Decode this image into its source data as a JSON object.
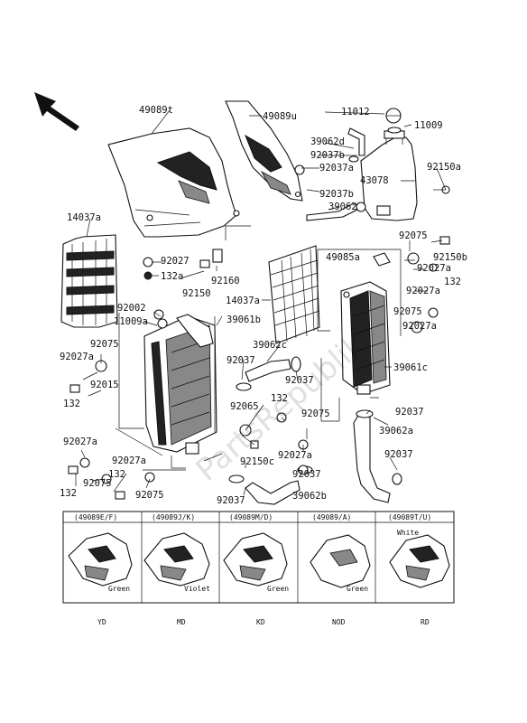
{
  "labels": {
    "l49089t": "49089t",
    "l49089u": "49089u",
    "l11012": "11012",
    "l11009": "11009",
    "l39062d": "39062d",
    "l92037b_1": "92037b",
    "l92037a_1": "92037a",
    "l43078": "43078",
    "l92150a": "92150a",
    "l92037b_2": "92037b",
    "l39062": "39062",
    "l14037a_1": "14037a",
    "l92027_1": "92027",
    "l132a": "132a",
    "l92160": "92160",
    "l92150": "92150",
    "l92075_1": "92075",
    "l49085a": "49085a",
    "l92150b": "92150b",
    "l92027a_1": "92027a",
    "l132_1": "132",
    "l92027a_2": "92027a",
    "l14037a_2": "14037a",
    "l92002": "92002",
    "l39061b": "39061b",
    "l11009a": "11009a",
    "l92075_2": "92075",
    "l92075_3": "92075",
    "l92027a_3": "92027a",
    "l39062c": "39062c",
    "l92037_1": "92037",
    "l92037_2": "92037",
    "l39061c": "39061c",
    "l132_2": "132",
    "l92015": "92015",
    "l92065": "92065",
    "l132_3": "132",
    "l92075_4": "92075",
    "l92037_3": "92037",
    "l39062a": "39062a",
    "l92027a_4": "92027a",
    "l92150c": "92150c",
    "l92027a_5": "92027a",
    "l92027a_6": "92027a",
    "l92037_4": "92037",
    "l92037_5": "92037",
    "l132_4": "132",
    "l132_5": "132",
    "l92075_5": "92075",
    "l92075_6": "92075",
    "l92037_6": "92037",
    "l39062b": "39062b"
  },
  "watermark": "PartsRepublik",
  "variants": [
    {
      "header": "(49089E/F)",
      "color": "Green",
      "code": "YD"
    },
    {
      "header": "(49089J/K)",
      "color": "Violet",
      "code": "MD"
    },
    {
      "header": "(49089M/D)",
      "color": "Green",
      "code": "KD"
    },
    {
      "header": "(49089/A)",
      "color": "Green",
      "code": "NOD"
    },
    {
      "header": "(49089T/U)",
      "color": "White",
      "code": "RD"
    }
  ],
  "icons": {
    "direction": "direction-arrow-icon"
  }
}
